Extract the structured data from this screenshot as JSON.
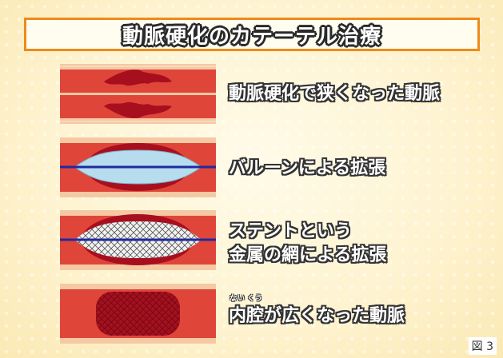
{
  "title": "動脈硬化のカテーテル治療",
  "steps": [
    {
      "label_line1": "動脈硬化で狭くなった動脈"
    },
    {
      "label_line1": "バルーンによる拡張"
    },
    {
      "label_line1": "ステントという",
      "label_line2": "金属の網による拡張"
    },
    {
      "label_pre": "",
      "ruby_base_1": "内",
      "ruby_text_1": "ない",
      "ruby_base_2": "腔",
      "ruby_text_2": "くう",
      "label_post": "が広くなった動脈"
    }
  ],
  "figure_label": "図 3",
  "colors": {
    "title_border": "#ee8a1c",
    "vessel_wall": "#f5c9a3",
    "vessel_muscle": "#e0453a",
    "lumen": "#a80f1e",
    "balloon": "#b6dced",
    "wire": "#1f2a9e"
  }
}
